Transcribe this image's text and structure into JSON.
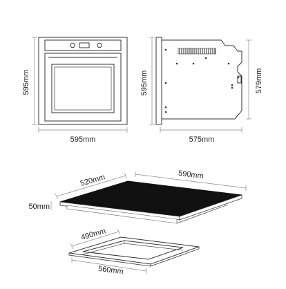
{
  "oven_front": {
    "height_label": "595mm",
    "width_label": "595mm"
  },
  "oven_side": {
    "height_left_label": "595mm",
    "height_right_label": "579mm",
    "depth_label": "575mm"
  },
  "hob": {
    "depth_label": "520mm",
    "width_label": "590mm",
    "height_label": "50mm"
  },
  "cutout": {
    "depth_label": "490mm",
    "width_label": "560mm"
  }
}
